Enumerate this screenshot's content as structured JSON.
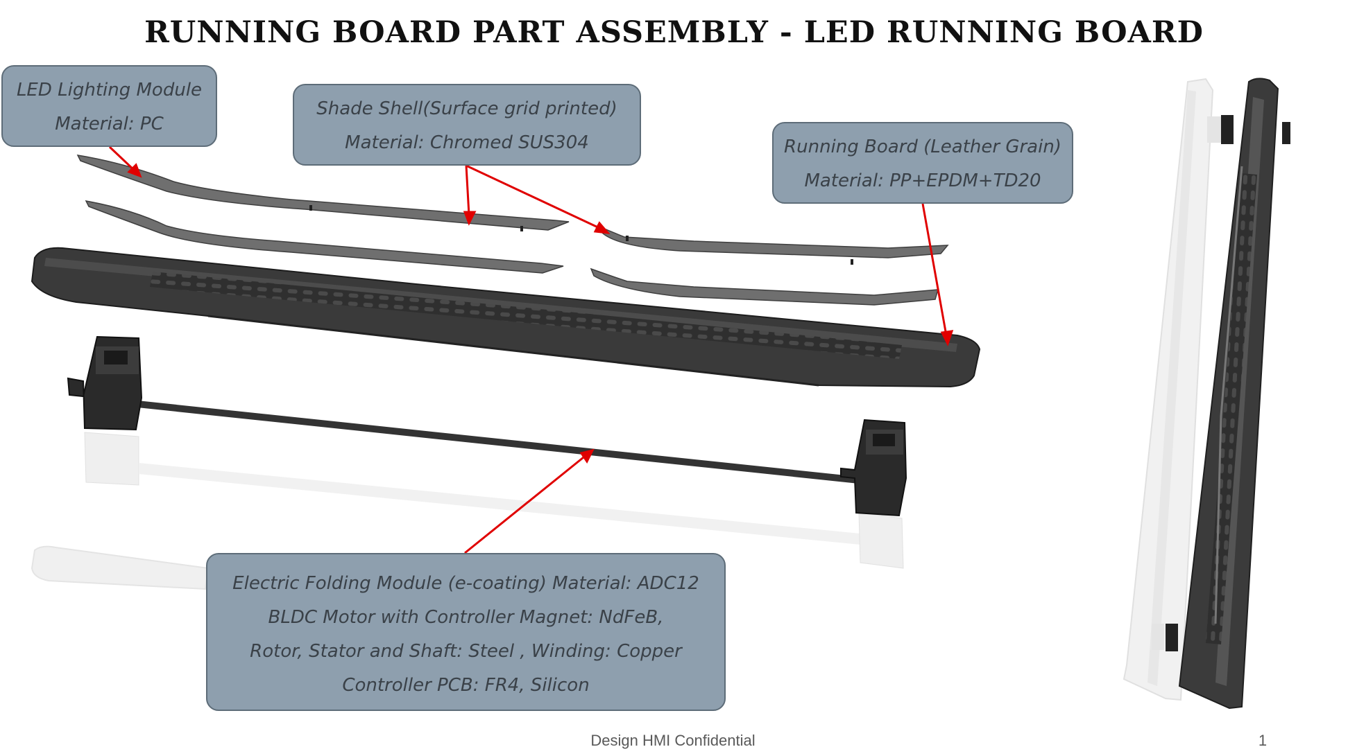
{
  "title": "Running Board Part Assembly - LED Running Board",
  "callouts": {
    "led_module": {
      "line1": "LED Lighting Module",
      "line2": "Material:  PC"
    },
    "shade_shell": {
      "line1": "Shade Shell(Surface grid printed)",
      "line2": "Material:     Chromed SUS304"
    },
    "running_board": {
      "line1": "Running Board (Leather Grain)",
      "line2": "Material:  PP+EPDM+TD20"
    },
    "folding_module": {
      "line1": "Electric Folding Module (e-coating) Material:  ADC12",
      "line2": "BLDC Motor with Controller Magnet: NdFeB,",
      "line3": "Rotor, Stator and Shaft: Steel , Winding: Copper",
      "line4": "Controller PCB: FR4, Silicon"
    }
  },
  "footer": {
    "confidential": "Design HMI Confidential",
    "page": "1"
  },
  "colors": {
    "callout_fill": "#8e9fae",
    "callout_border": "#5d6c78",
    "leader": "#e00000",
    "board": "#3a3a3a"
  }
}
